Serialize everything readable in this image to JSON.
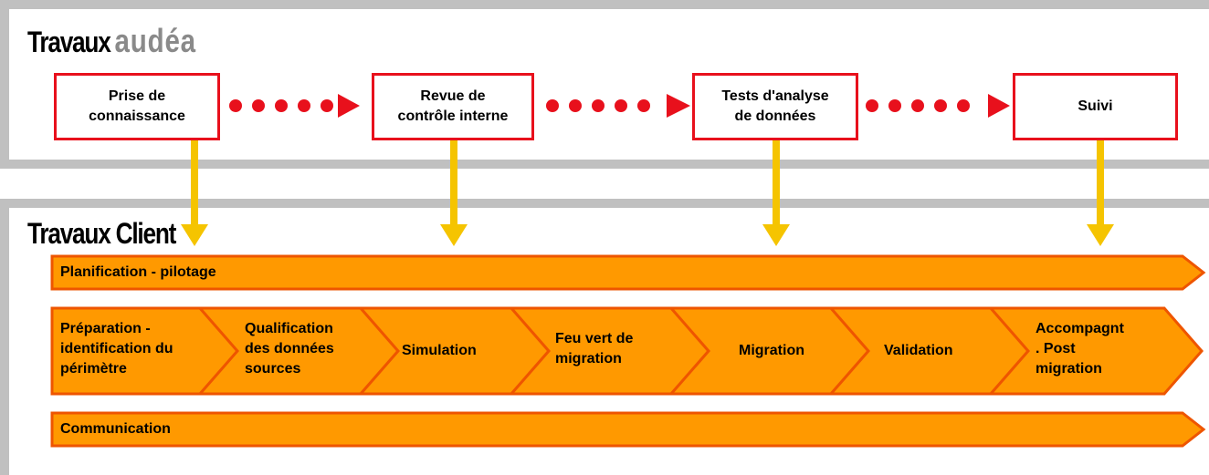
{
  "audea": {
    "title_word": "Travaux",
    "brand": "audéa",
    "steps": [
      "Prise de\nconnaissance",
      "Revue de\ncontrôle interne",
      "Tests d'analyse\nde données",
      "Suivi"
    ]
  },
  "client": {
    "title": "Travaux Client",
    "bars": [
      "Planification - pilotage",
      "Communication"
    ],
    "phases": [
      "Préparation -\nidentification du\npérimètre",
      "Qualification\ndes données\nsources",
      "Simulation",
      "Feu vert de\nmigration",
      "Migration",
      "Validation",
      "Accompagnt\n. Post\nmigration"
    ]
  },
  "colors": {
    "frame": "#c0c0c0",
    "step_border": "#e8101c",
    "dots": "#e8101c",
    "arrow": "#f5c400",
    "orange": "#ff9900",
    "orange_border": "#ee5500"
  }
}
